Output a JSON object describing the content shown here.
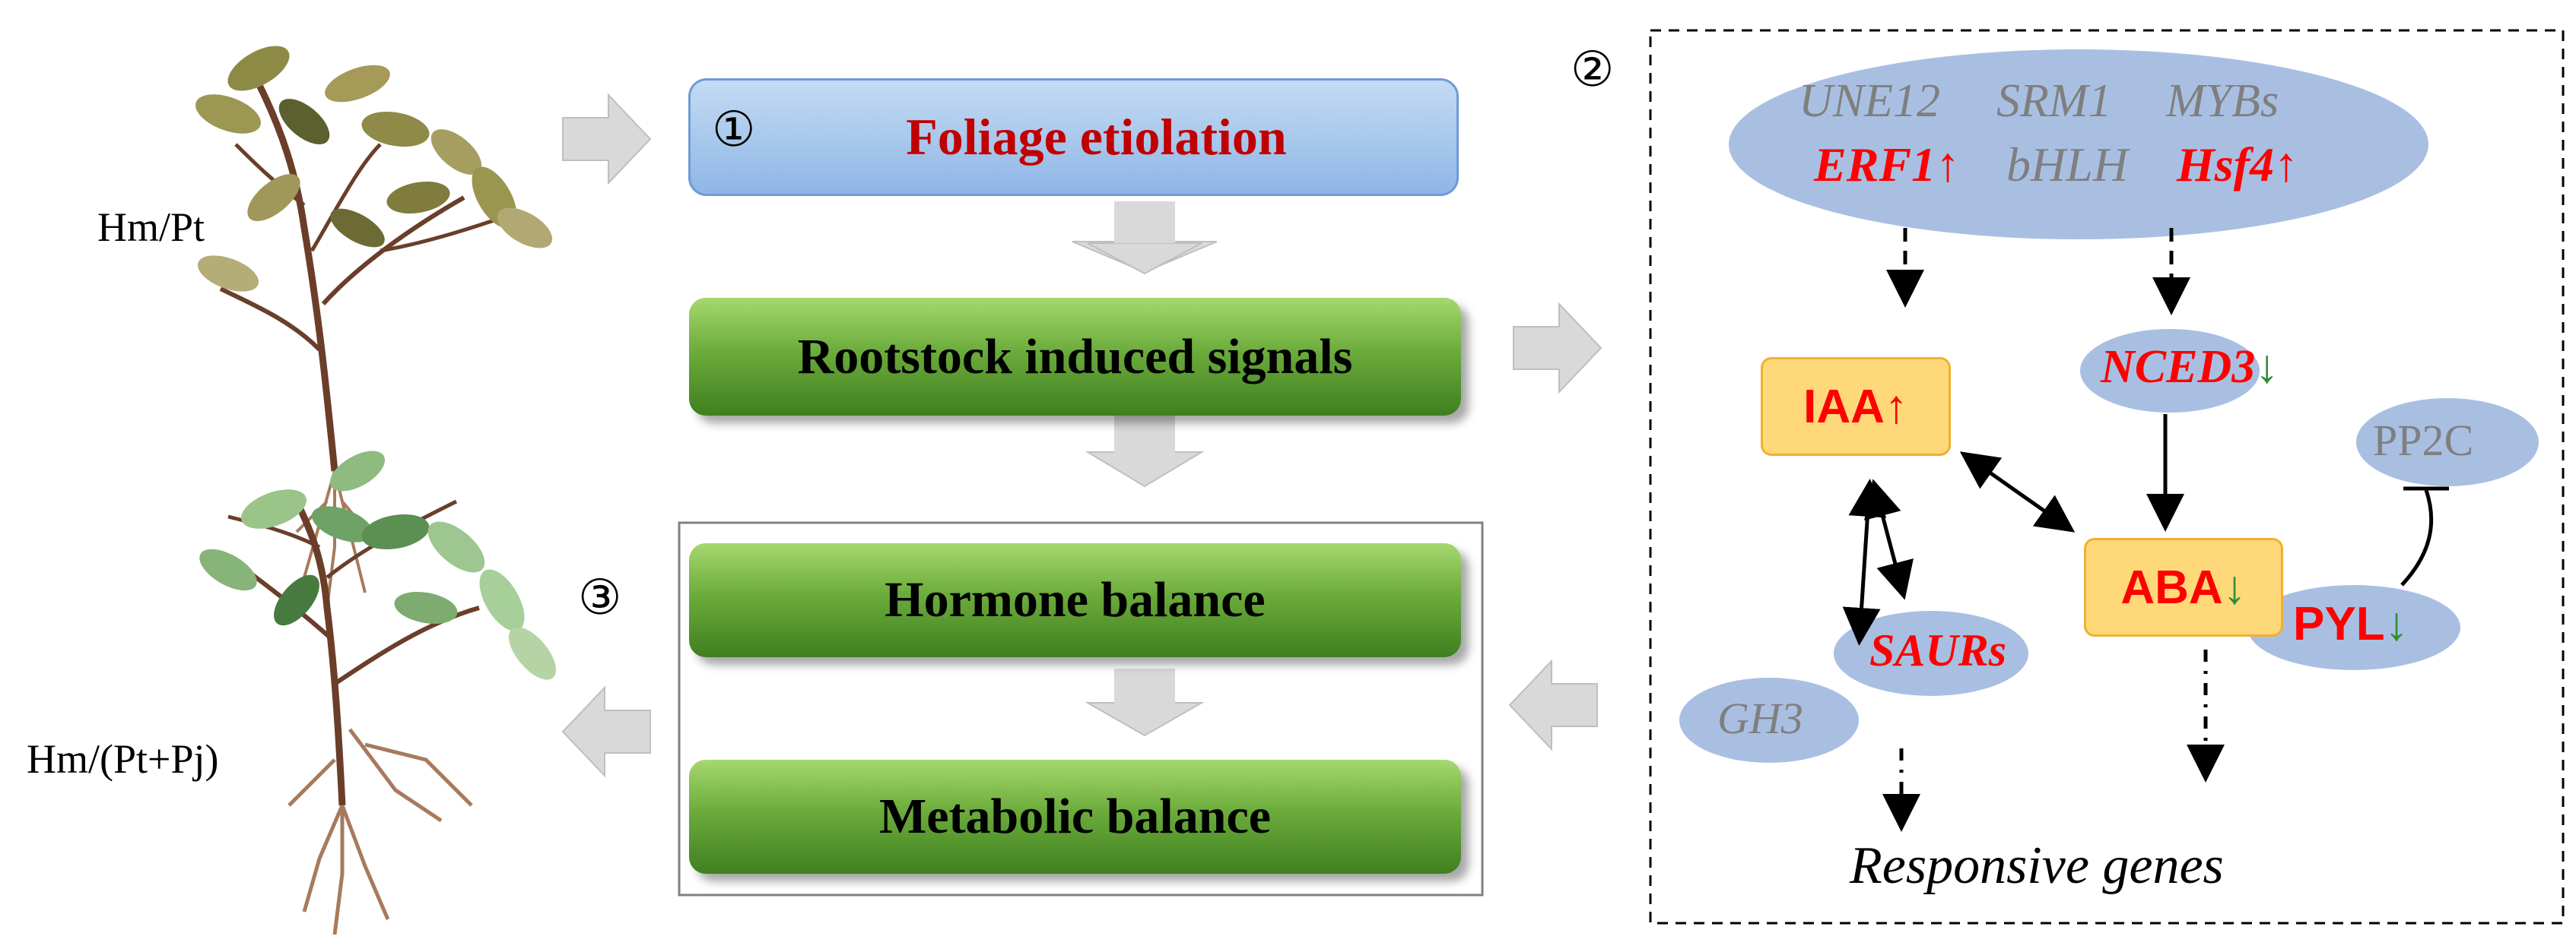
{
  "plants": {
    "top_label": "Hm/Pt",
    "bottom_label": "Hm/(Pt+Pj)"
  },
  "section1": {
    "number": "①",
    "title": "Foliage etiolation"
  },
  "flow": {
    "signals": "Rootstock induced signals",
    "hormone": "Hormone balance",
    "metabolic": "Metabolic balance"
  },
  "section2": {
    "number": "②"
  },
  "section3": {
    "number": "③"
  },
  "genes": {
    "une12": "UNE12",
    "srm1": "SRM1",
    "mybs": "MYBs",
    "erf1": "ERF1",
    "bhlh": "bHLH",
    "hsf4": "Hsf4",
    "up_arrow": "↑",
    "down_arrow": "↓"
  },
  "nodes": {
    "iaa": "IAA",
    "aba": "ABA",
    "nced3": "NCED3",
    "pp2c": "PP2C",
    "pyl": "PYL",
    "saurs": "SAURs",
    "gh3": "GH3",
    "responsive": "Responsive genes"
  },
  "colors": {
    "red": "#ff0000",
    "green_arrow": "#2f8f2f",
    "oval_blue": "#a9bfe2",
    "gray_text": "#7f7f7f",
    "title_red": "#c00000"
  }
}
